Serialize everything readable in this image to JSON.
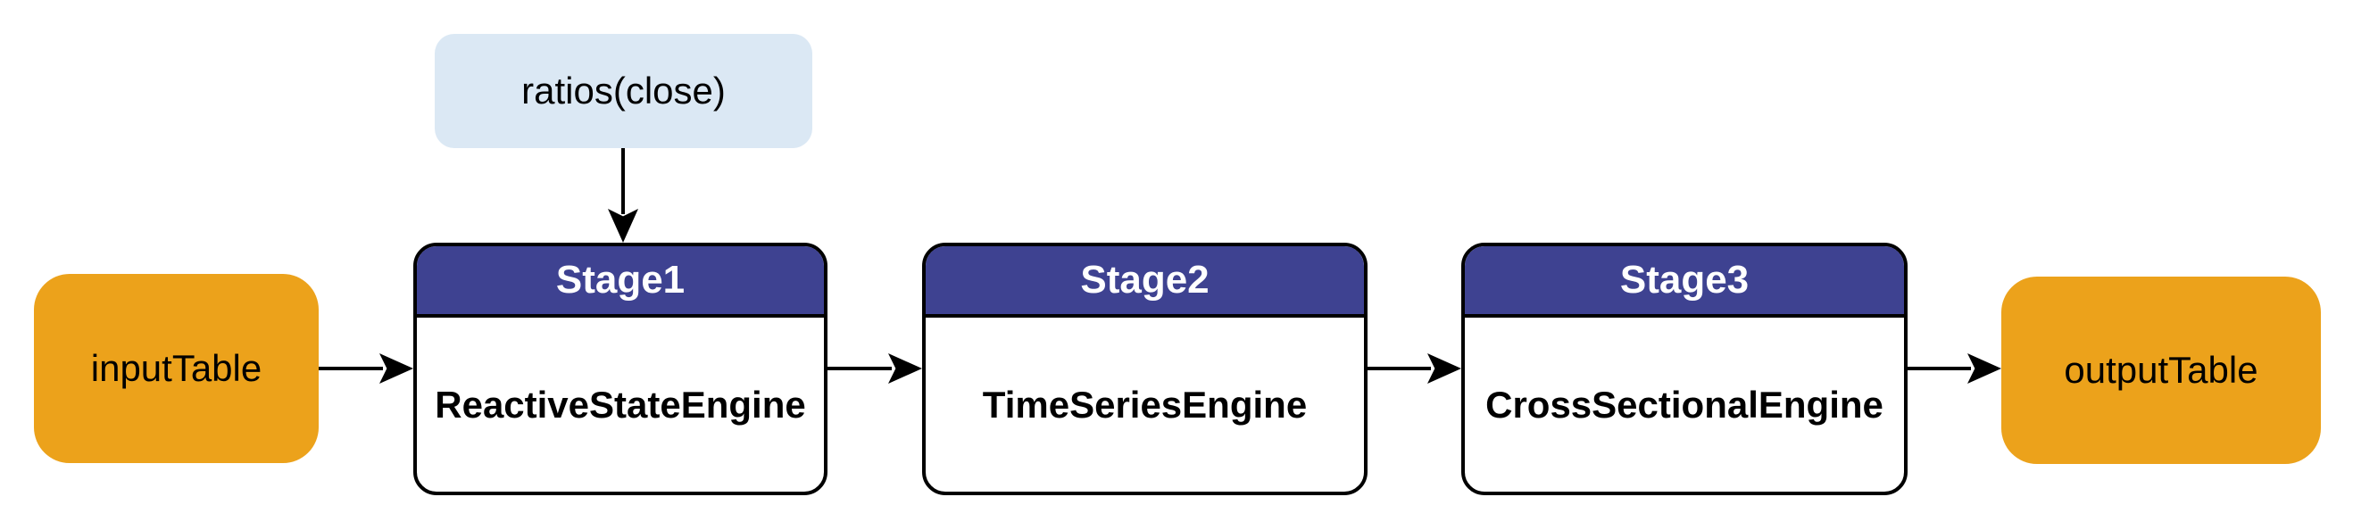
{
  "diagram": {
    "param_node": {
      "label": "ratios(close)"
    },
    "input_node": {
      "label": "inputTable"
    },
    "output_node": {
      "label": "outputTable"
    },
    "stages": [
      {
        "title": "Stage1",
        "engine": "ReactiveStateEngine"
      },
      {
        "title": "Stage2",
        "engine": "TimeSeriesEngine"
      },
      {
        "title": "Stage3",
        "engine": "CrossSectionalEngine"
      }
    ],
    "colors": {
      "canvas_bg": "#ffffff",
      "param_fill": "#dbe8f4",
      "table_fill": "#eca21b",
      "stage_header_fill": "#3e4291",
      "stage_body_fill": "#ffffff",
      "stage_border": "#000000",
      "arrow": "#000000",
      "stage_title_text": "#ffffff",
      "label_text": "#000000"
    }
  }
}
